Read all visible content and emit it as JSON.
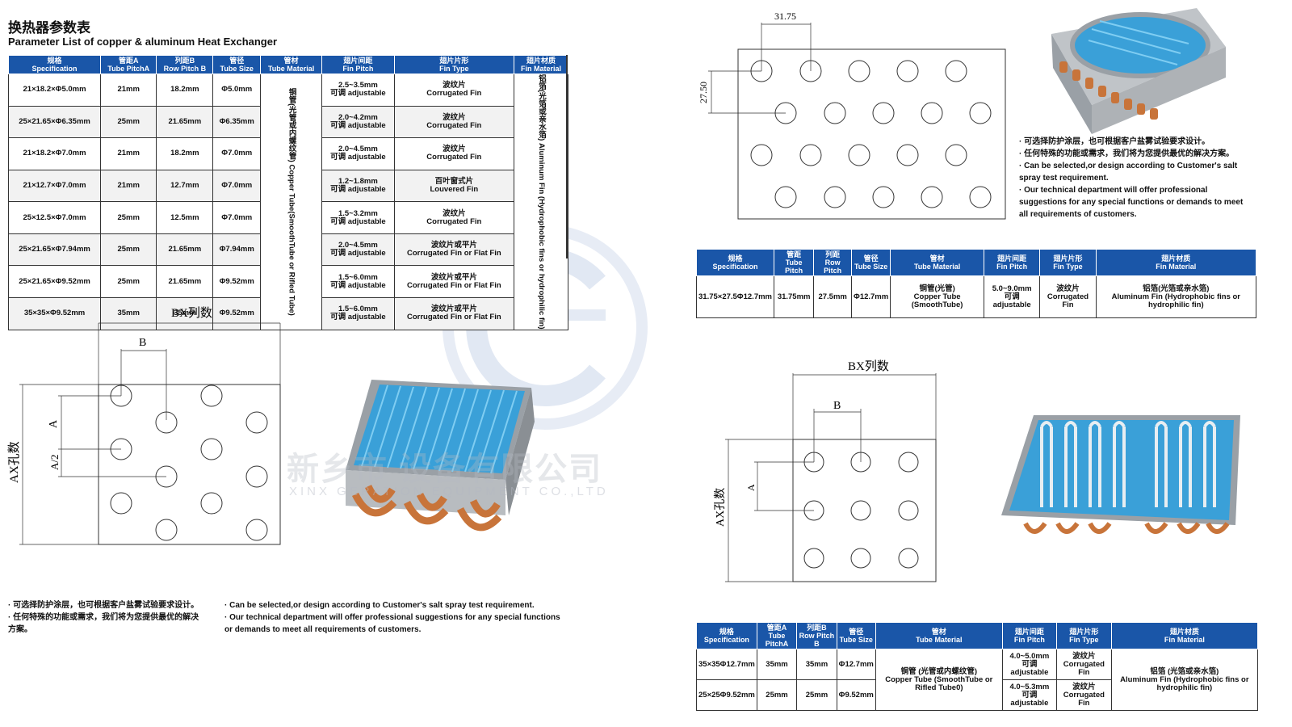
{
  "title_cn": "换热器参数表",
  "title_en": "Parameter List of copper & aluminum Heat Exchanger",
  "table1": {
    "headers": [
      [
        "规格",
        "Specification"
      ],
      [
        "管距A",
        "Tube PitchA"
      ],
      [
        "列距B",
        "Row Pitch B"
      ],
      [
        "管径",
        "Tube Size"
      ],
      [
        "管材",
        "Tube Material"
      ],
      [
        "翅片间距",
        "Fin Pitch"
      ],
      [
        "翅片片形",
        "Fin Type"
      ],
      [
        "翅片材质",
        "Fin Material"
      ]
    ],
    "rows": [
      {
        "spec": "21×18.2×Φ5.0mm",
        "a": "21mm",
        "b": "18.2mm",
        "size": "Φ5.0mm",
        "pitch": "2.5~3.5mm",
        "adj": "可调 adjustable",
        "type_cn": "波纹片",
        "type_en": "Corrugated Fin"
      },
      {
        "spec": "25×21.65×Φ6.35mm",
        "a": "25mm",
        "b": "21.65mm",
        "size": "Φ6.35mm",
        "pitch": "2.0~4.2mm",
        "adj": "可调 adjustable",
        "type_cn": "波纹片",
        "type_en": "Corrugated Fin"
      },
      {
        "spec": "21×18.2×Φ7.0mm",
        "a": "21mm",
        "b": "18.2mm",
        "size": "Φ7.0mm",
        "pitch": "2.0~4.5mm",
        "adj": "可调 adjustable",
        "type_cn": "波纹片",
        "type_en": "Corrugated Fin"
      },
      {
        "spec": "21×12.7×Φ7.0mm",
        "a": "21mm",
        "b": "12.7mm",
        "size": "Φ7.0mm",
        "pitch": "1.2~1.8mm",
        "adj": "可调 adjustable",
        "type_cn": "百叶窗式片",
        "type_en": "Louvered Fin"
      },
      {
        "spec": "25×12.5×Φ7.0mm",
        "a": "25mm",
        "b": "12.5mm",
        "size": "Φ7.0mm",
        "pitch": "1.5~3.2mm",
        "adj": "可调 adjustable",
        "type_cn": "波纹片",
        "type_en": "Corrugated Fin"
      },
      {
        "spec": "25×21.65×Φ7.94mm",
        "a": "25mm",
        "b": "21.65mm",
        "size": "Φ7.94mm",
        "pitch": "2.0~4.5mm",
        "adj": "可调 adjustable",
        "type_cn": "波纹片或平片",
        "type_en": "Corrugated Fin or Flat Fin"
      },
      {
        "spec": "25×21.65×Φ9.52mm",
        "a": "25mm",
        "b": "21.65mm",
        "size": "Φ9.52mm",
        "pitch": "1.5~6.0mm",
        "adj": "可调 adjustable",
        "type_cn": "波纹片或平片",
        "type_en": "Corrugated Fin or Flat Fin"
      },
      {
        "spec": "35×35×Φ9.52mm",
        "a": "35mm",
        "b": "35mm",
        "size": "Φ9.52mm",
        "pitch": "1.5~6.0mm",
        "adj": "可调 adjustable",
        "type_cn": "波纹片或平片",
        "type_en": "Corrugated Fin or Flat Fin"
      }
    ],
    "tube_material": "铜管(光管或内螺纹管) Copper Tube(SmoothTube or Rifled Tube)",
    "fin_material": "铝箔(光箔或亲水箔) Aluminum Fin (Hydrophobic fins or hydrophilic fin)"
  },
  "table2": {
    "headers": [
      [
        "规格",
        "Specification"
      ],
      [
        "管距",
        "Tube Pitch"
      ],
      [
        "列距",
        "Row Pitch"
      ],
      [
        "管径",
        "Tube Size"
      ],
      [
        "管材",
        "Tube Material"
      ],
      [
        "翅片间距",
        "Fin Pitch"
      ],
      [
        "翅片片形",
        "Fin Type"
      ],
      [
        "翅片材质",
        "Fin Material"
      ]
    ],
    "row": {
      "spec": "31.75×27.5Φ12.7mm",
      "a": "31.75mm",
      "b": "27.5mm",
      "size": "Φ12.7mm",
      "mat_cn": "铜管(光管)",
      "mat_en": "Copper Tube (SmoothTube)",
      "pitch": "5.0~9.0mm",
      "adj": "可调 adjustable",
      "type_cn": "波纹片",
      "type_en": "Corrugated Fin",
      "fin_cn": "铝箔(光箔或亲水箔)",
      "fin_en": "Aluminum Fin (Hydrophobic fins or hydrophilic fin)"
    }
  },
  "table3": {
    "headers": [
      [
        "规格",
        "Specification"
      ],
      [
        "管距A",
        "Tube PitchA"
      ],
      [
        "列距B",
        "Row Pitch B"
      ],
      [
        "管径",
        "Tube Size"
      ],
      [
        "管材",
        "Tube Material"
      ],
      [
        "翅片间距",
        "Fin Pitch"
      ],
      [
        "翅片片形",
        "Fin Type"
      ],
      [
        "翅片材质",
        "Fin Material"
      ]
    ],
    "rows": [
      {
        "spec": "35×35Φ12.7mm",
        "a": "35mm",
        "b": "35mm",
        "size": "Φ12.7mm",
        "pitch": "4.0~5.0mm",
        "adj": "可调 adjustable",
        "type_cn": "波纹片",
        "type_en": "Corrugated Fin"
      },
      {
        "spec": "25×25Φ9.52mm",
        "a": "25mm",
        "b": "25mm",
        "size": "Φ9.52mm",
        "pitch": "4.0~5.3mm",
        "adj": "可调 adjustable",
        "type_cn": "波纹片",
        "type_en": "Corrugated Fin"
      }
    ],
    "mat_cn": "铜管 (光管或内螺纹管)",
    "mat_en": "Copper Tube (SmoothTube or Rifled Tube0)",
    "fin_cn": "铝箔 (光箔或亲水箔)",
    "fin_en": "Aluminum Fin (Hydrophobic fins or hydrophilic fin)"
  },
  "diagram_left": {
    "bx": "BX列数",
    "b": "B",
    "a": "A",
    "a2": "A/2",
    "ax": "AX孔数"
  },
  "diagram_top": {
    "dim_h": "31.75",
    "dim_v": "27.50"
  },
  "diagram_right": {
    "bx": "BX列数",
    "b": "B",
    "a": "A",
    "ax": "AX孔数"
  },
  "notes_right": [
    "· 可选择防护涂层，也可根据客户盐雾试验要求设计。",
    "· 任何特殊的功能或需求，我们将为您提供最优的解决方案。",
    "· Can be selected,or design according to Customer's salt",
    "spray test requirement.",
    "· Our technical department will offer professional",
    "suggestions for any special functions or demands to meet",
    "all requirements of customers."
  ],
  "notes_left_cn": [
    "· 可选择防护涂层，也可根据客户盐雾试验要求设计。",
    "· 任何特殊的功能或需求，我们将为您提供最优的解决",
    "方案。"
  ],
  "notes_left_en": [
    "· Can be selected,or design according to Customer's salt      spray test requirement.",
    "· Our technical department will offer professional suggestions for any special functions",
    "or demands to meet all requirements of customers."
  ],
  "watermark_cn": "新乡市 设备有限公司",
  "watermark_en": "XINX GERATION EQUIPMENT CO.,LTD",
  "colors": {
    "header": "#1a56a8",
    "fin": "#3aa0d8",
    "copper": "#c8743a"
  }
}
